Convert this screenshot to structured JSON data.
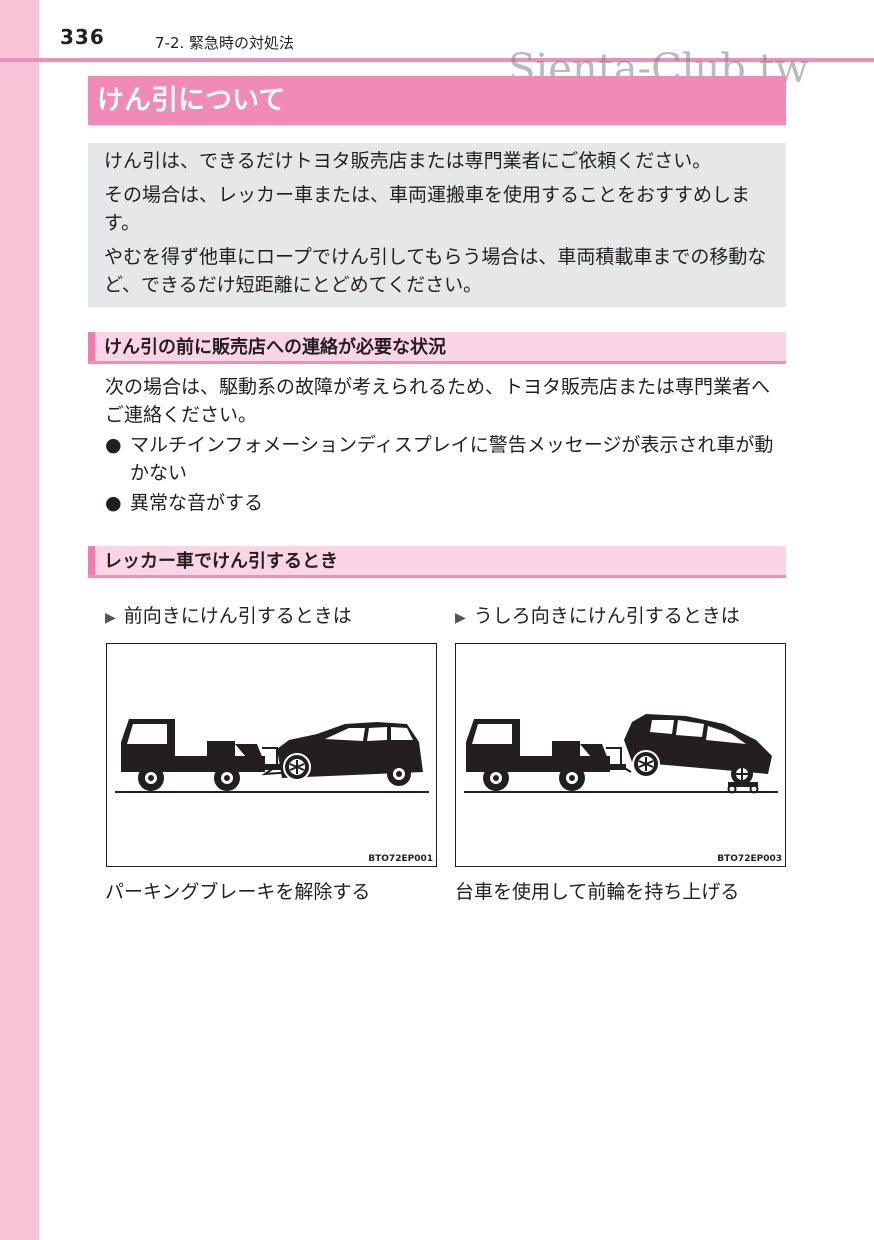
{
  "header": {
    "page_number": "336",
    "section": "7-2. 緊急時の対処法",
    "watermark": "Sienta-Club.tw"
  },
  "title": "けん引について",
  "intro": [
    "けん引は、できるだけトヨタ販売店または専門業者にご依頼ください。",
    "その場合は、レッカー車または、車両運搬車を使用することをおすすめします。",
    "やむを得ず他車にロープでけん引してもらう場合は、車両積載車までの移動など、できるだけ短距離にとどめてください。"
  ],
  "section1": {
    "heading": "けん引の前に販売店への連絡が必要な状況",
    "body": "次の場合は、駆動系の故障が考えられるため、トヨタ販売店または専門業者へご連絡ください。",
    "bullets": [
      {
        "mark": "●",
        "text": "マルチインフォメーションディスプレイに警告メッセージが表示され車が動かない"
      },
      {
        "mark": "●",
        "text": "異常な音がする"
      }
    ]
  },
  "section2": {
    "heading": "レッカー車でけん引するとき",
    "figures": [
      {
        "marker": "▶",
        "heading": "前向きにけん引するときは",
        "code": "BTO72EP001",
        "caption": "パーキングブレーキを解除する"
      },
      {
        "marker": "▶",
        "heading": "うしろ向きにけん引するときは",
        "code": "BTO72EP003",
        "caption": "台車を使用して前輪を持ち上げる"
      }
    ]
  }
}
